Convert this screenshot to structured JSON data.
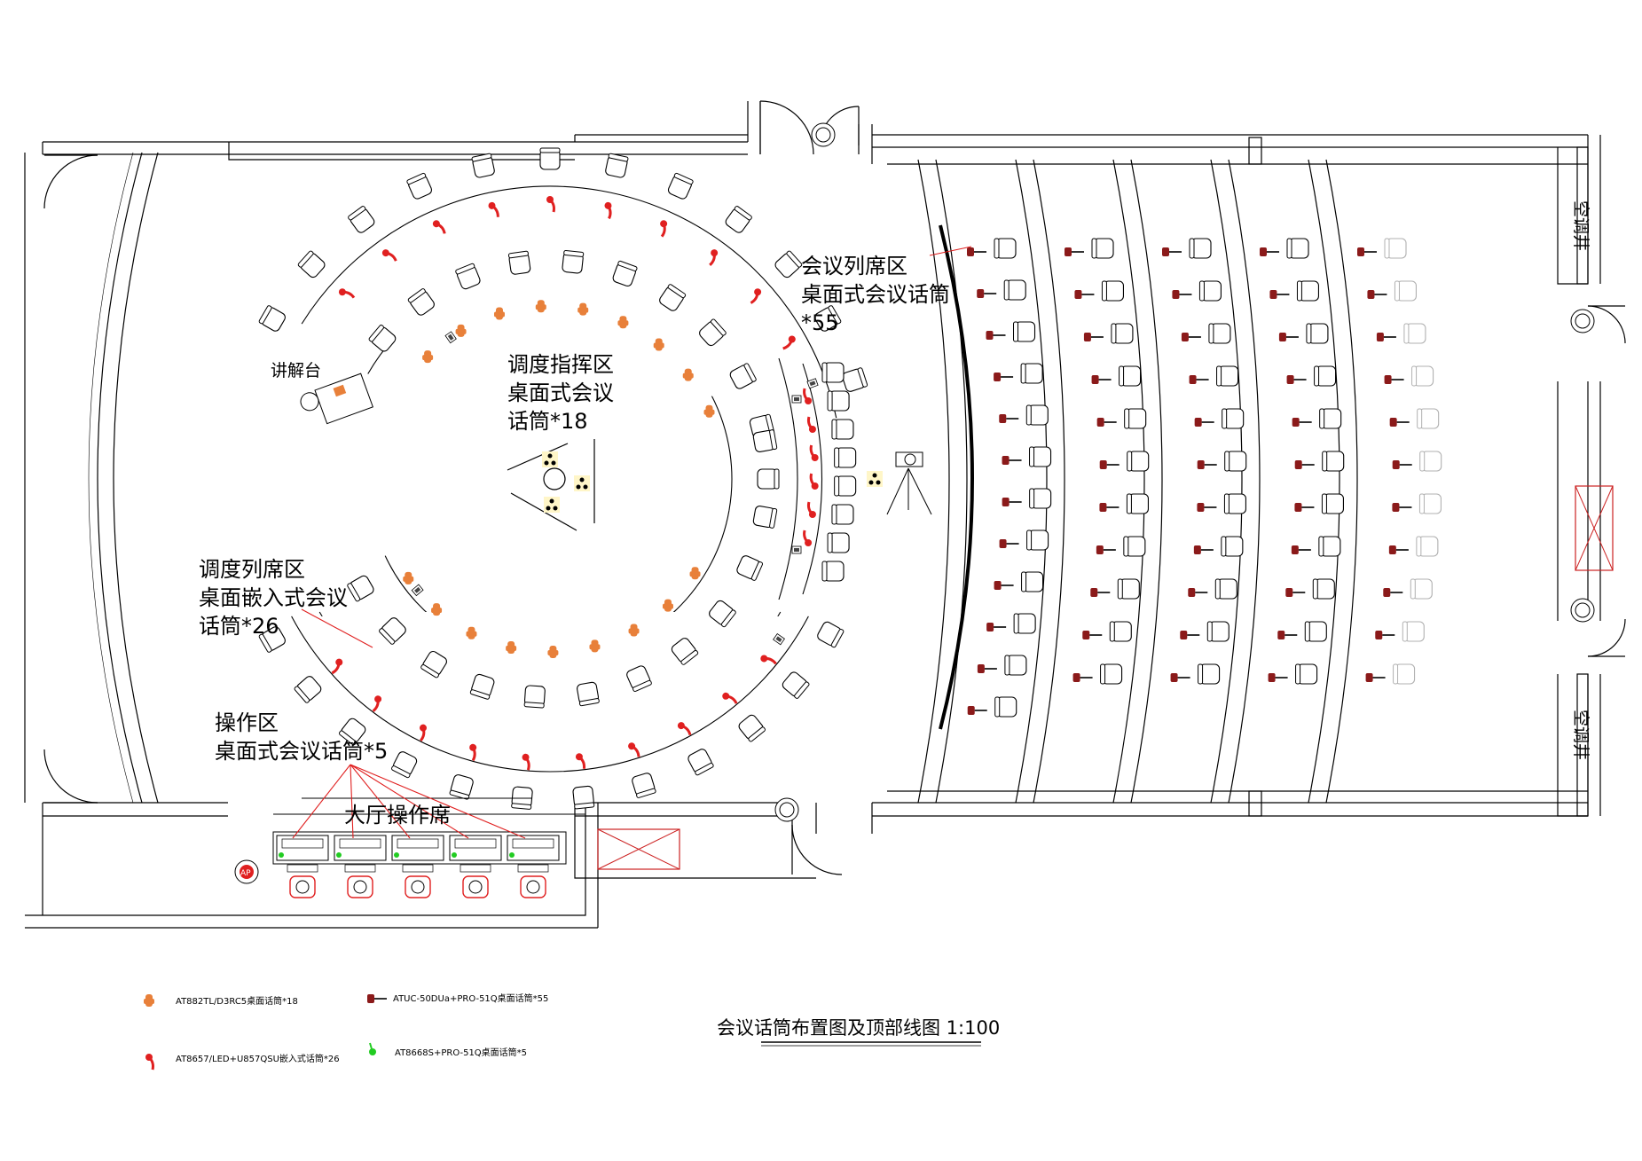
{
  "labels": {
    "podium": "讲解台",
    "hall_console": "大厅操作席",
    "ap": "AP",
    "ac_shaft_top": "空调井",
    "ac_shaft_bottom": "空调井"
  },
  "zones": {
    "seating": {
      "line1": "会议列席区",
      "line2": "桌面式会议话筒",
      "line3": "*55"
    },
    "command": {
      "line1": "调度指挥区",
      "line2": "桌面式会议",
      "line3": "话筒*18"
    },
    "dispatch": {
      "line1": "调度列席区",
      "line2": "桌面嵌入式会议",
      "line3": "话筒*26"
    },
    "operation": {
      "line1": "操作区",
      "line2": "桌面式会议话筒*5"
    }
  },
  "legend": [
    {
      "text": "AT882TL/D3RC5桌面话筒*18",
      "color": "#e8803a",
      "icon": "gooseneck-mic-icon"
    },
    {
      "text": "ATUC-50DUa+PRO-51Q桌面话筒*55",
      "color": "#8b1a1a",
      "icon": "desktop-mic-icon"
    },
    {
      "text": "AT8657/LED+U857QSU嵌入式话筒*26",
      "color": "#e02020",
      "icon": "embedded-mic-icon"
    },
    {
      "text": "AT8668S+PRO-51Q桌面话筒*5",
      "color": "#22cc22",
      "icon": "console-mic-icon"
    }
  ],
  "title": "会议话筒布置图及顶部线图 1:100",
  "colors": {
    "line": "#000000",
    "orange_mic": "#e8803a",
    "dark_red_mic": "#8b1a1a",
    "red_mic": "#e02020",
    "green_mic": "#22cc22",
    "hatch_red": "#cc2222",
    "highlight": "#fff6c8"
  }
}
